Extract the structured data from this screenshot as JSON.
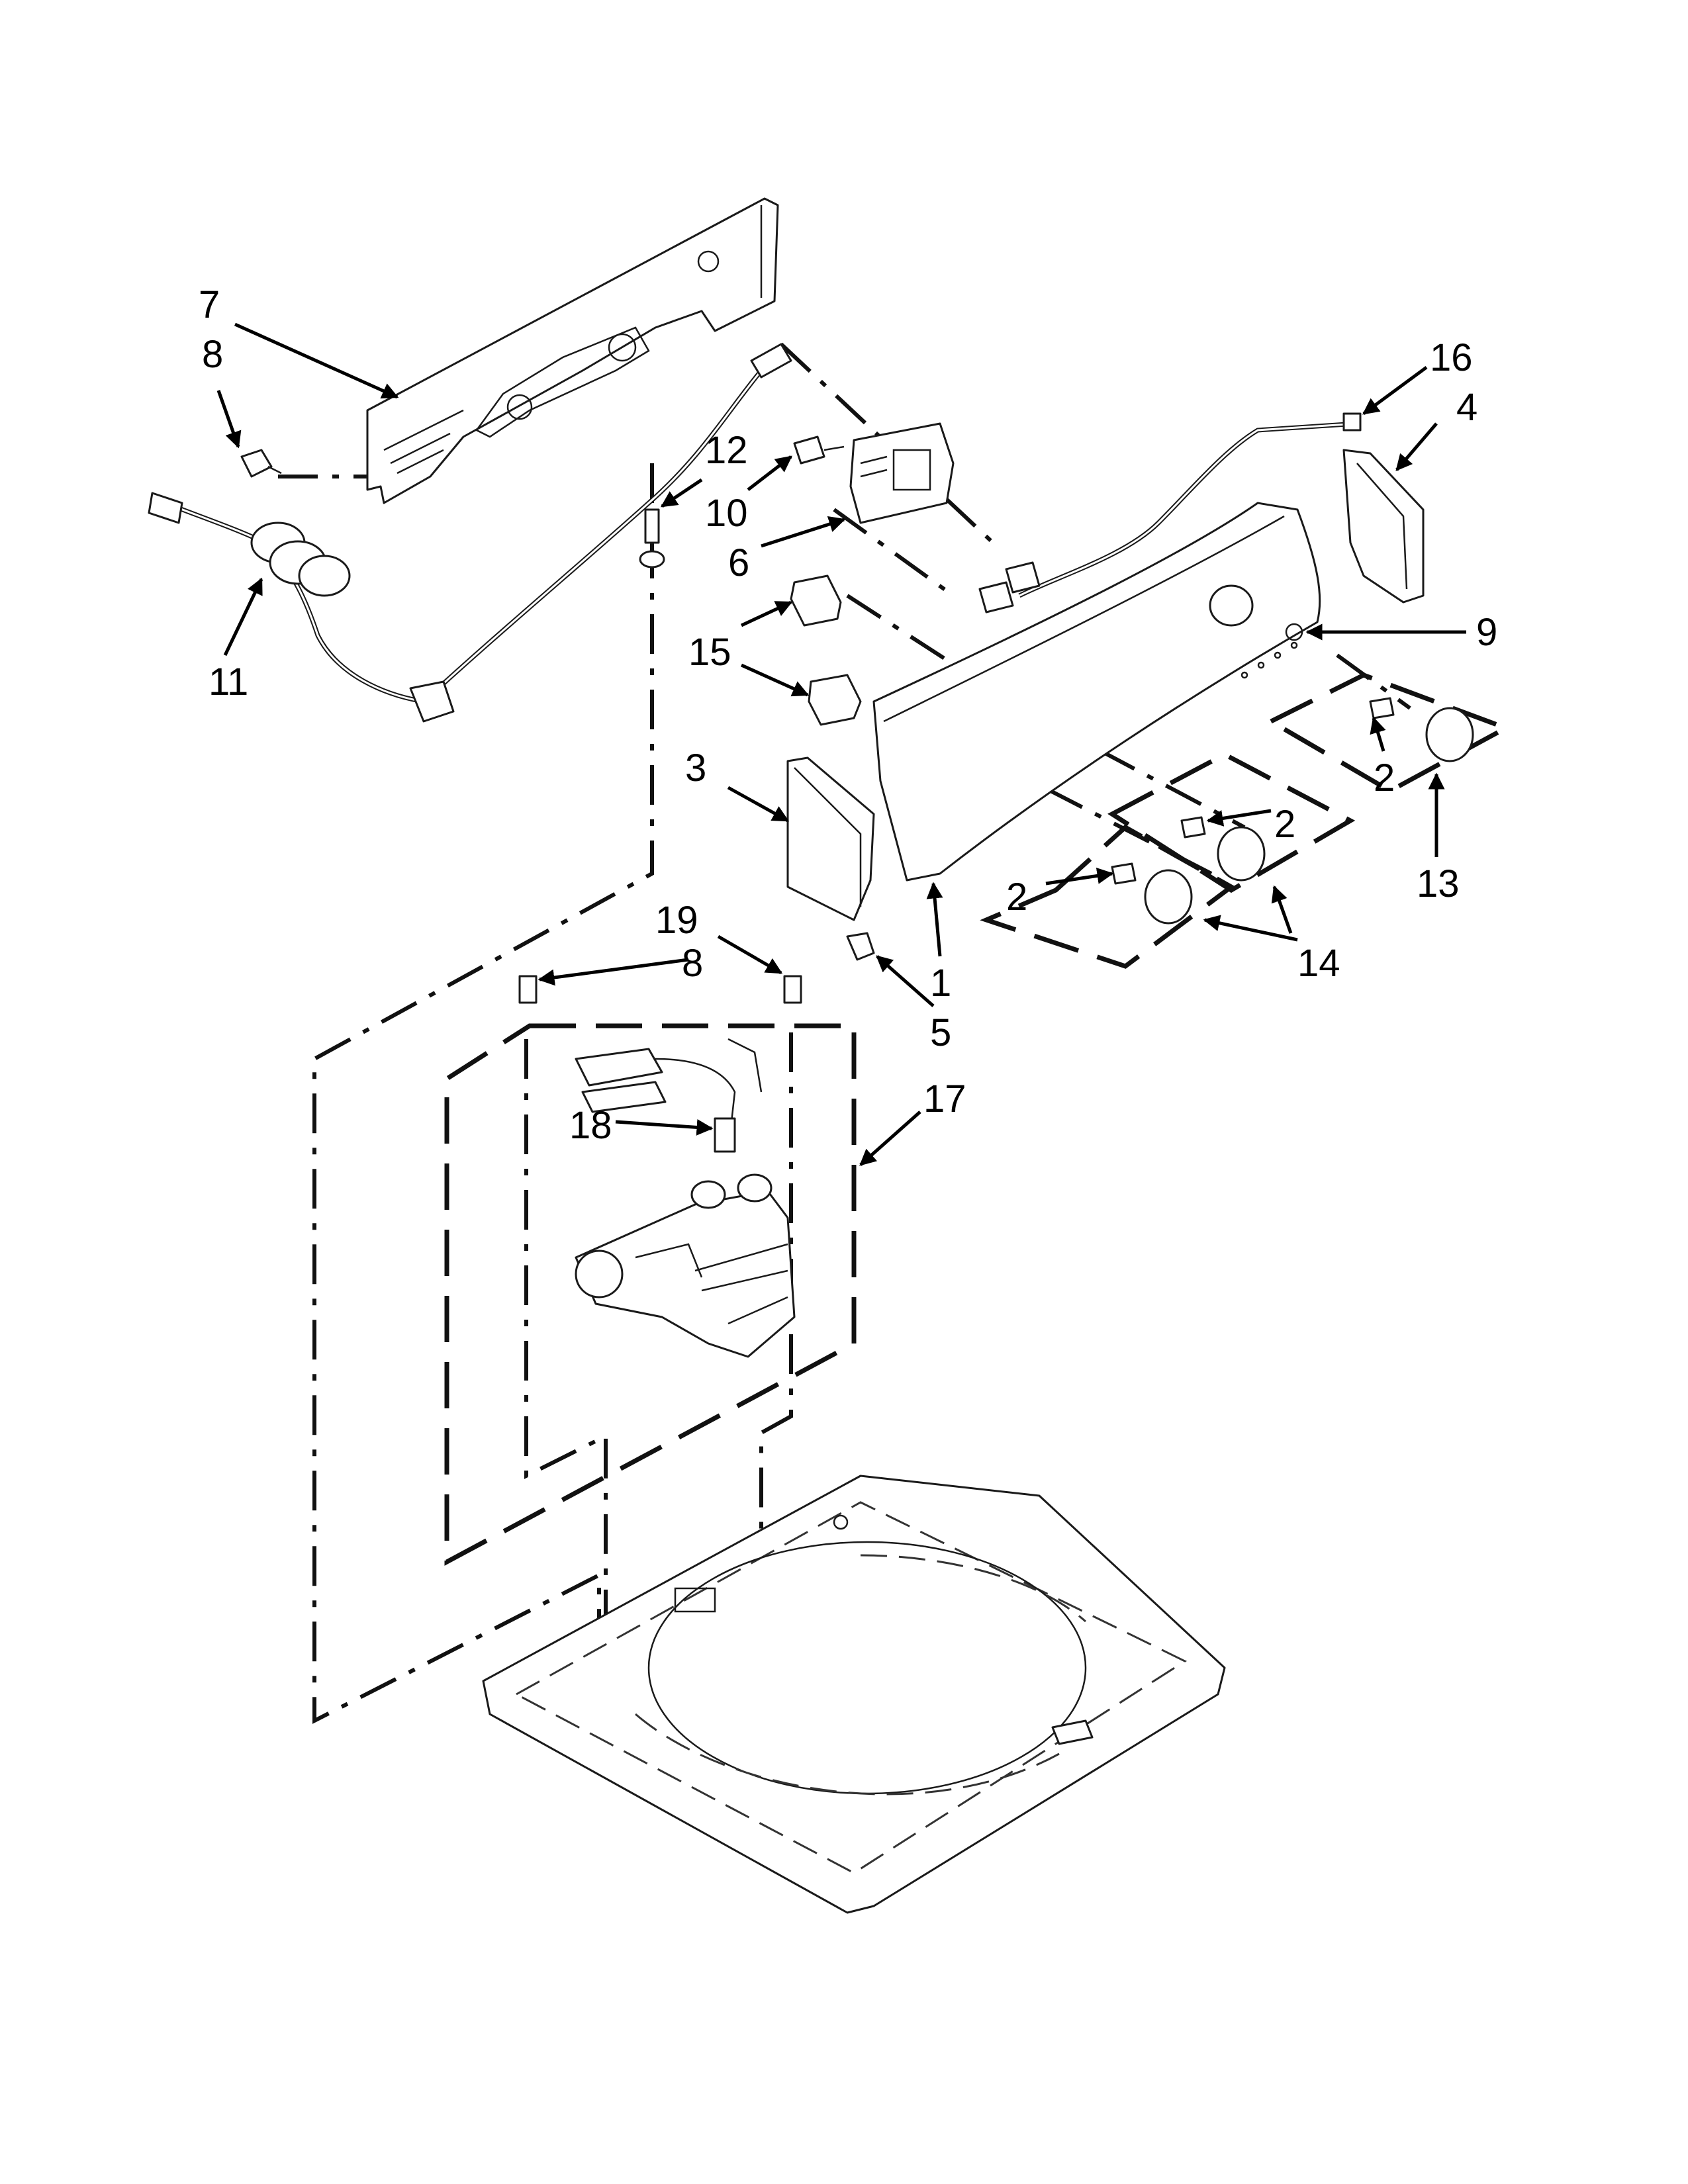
{
  "callouts": {
    "c1": "1",
    "c2a": "2",
    "c2b": "2",
    "c2c": "2",
    "c3": "3",
    "c4": "4",
    "c5": "5",
    "c6": "6",
    "c7": "7",
    "c8a": "8",
    "c8b": "8",
    "c9": "9",
    "c10": "10",
    "c11": "11",
    "c12": "12",
    "c13": "13",
    "c14": "14",
    "c15": "15",
    "c16": "16",
    "c17": "17",
    "c18": "18",
    "c19": "19"
  }
}
